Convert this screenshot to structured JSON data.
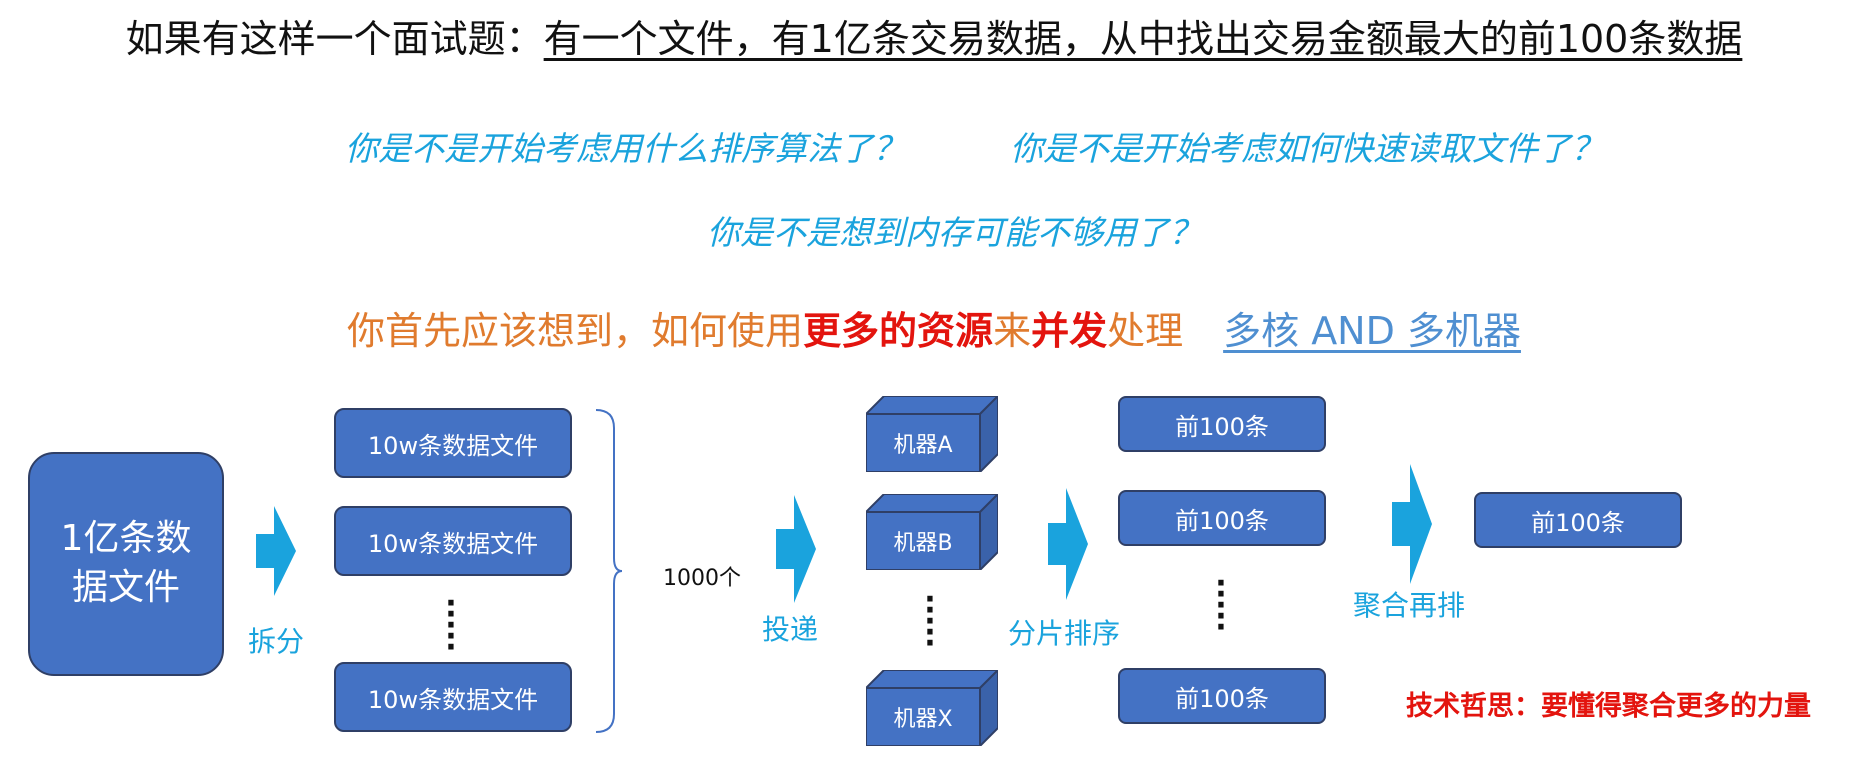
{
  "title": {
    "prefix": "如果有这样一个面试题：",
    "question": "有一个文件，有1亿条交易数据，从中找出交易金额最大的前100条数据"
  },
  "questions": {
    "q1": "你是不是开始考虑用什么排序算法了？",
    "q2": "你是不是开始考虑如何快速读取文件了？",
    "q3": "你是不是想到内存可能不够用了？"
  },
  "lead": {
    "part1": "你首先应该想到，如何使用",
    "part2": "更多的资源",
    "part3": "来",
    "part4": "并发",
    "part5": "处理",
    "link": "多核 AND 多机器"
  },
  "diagram": {
    "source": "1亿条数据文件",
    "source_line1": "1亿条数",
    "source_line2": "据文件",
    "split_label": "拆分",
    "file_box": "10w条数据文件",
    "count_label": "1000个",
    "deliver_label": "投递",
    "machines": [
      "机器A",
      "机器B",
      "机器X"
    ],
    "shard_sort_label": "分片排序",
    "top_box": "前100条",
    "aggregate_label": "聚合再排",
    "final_box": "前100条"
  },
  "philosophy": "技术哲思：要懂得聚合更多的力量",
  "colors": {
    "box_fill": "#4472c4",
    "box_border": "#2f3f66",
    "cyan": "#1aa3dd",
    "orange": "#e07b2e",
    "red": "#e3140e",
    "link_blue": "#4f8fd1"
  }
}
